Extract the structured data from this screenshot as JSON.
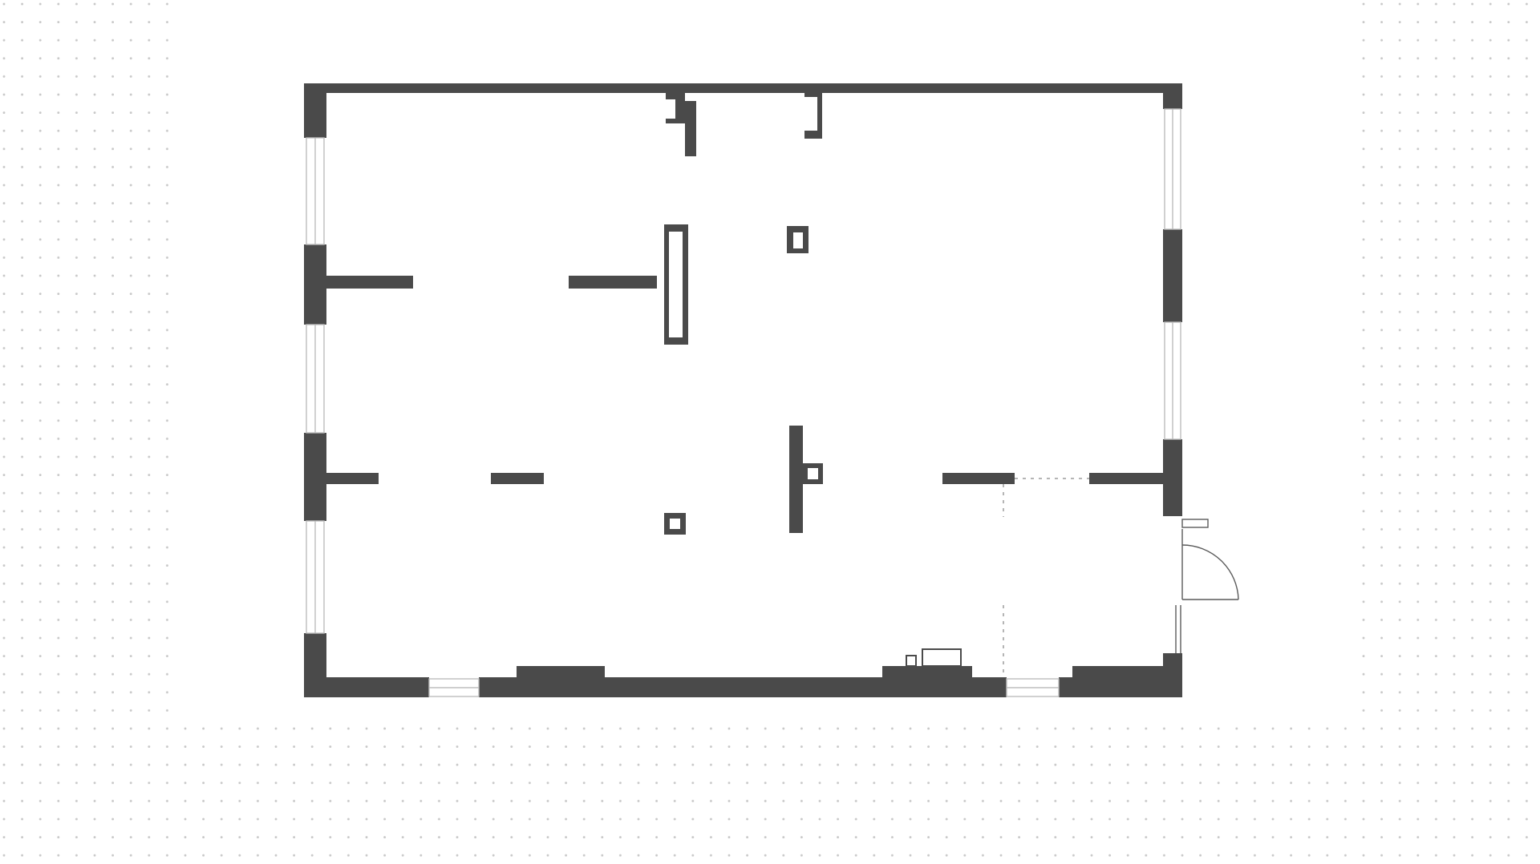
{
  "colors": {
    "background": "#ffffff",
    "dot_grid": "#c8c8c8",
    "wall": "#4a4a4a",
    "window_frame": "#bdbdbd",
    "door_line": "#5a5a5a",
    "dashed_line": "#b5b5b5"
  },
  "elements": {
    "walls": "exterior-and-interior-walls",
    "columns": "structural-columns",
    "windows": "window-openings",
    "door": "entrance-door-with-swing-arc",
    "fixture": "radiator-fixture"
  }
}
